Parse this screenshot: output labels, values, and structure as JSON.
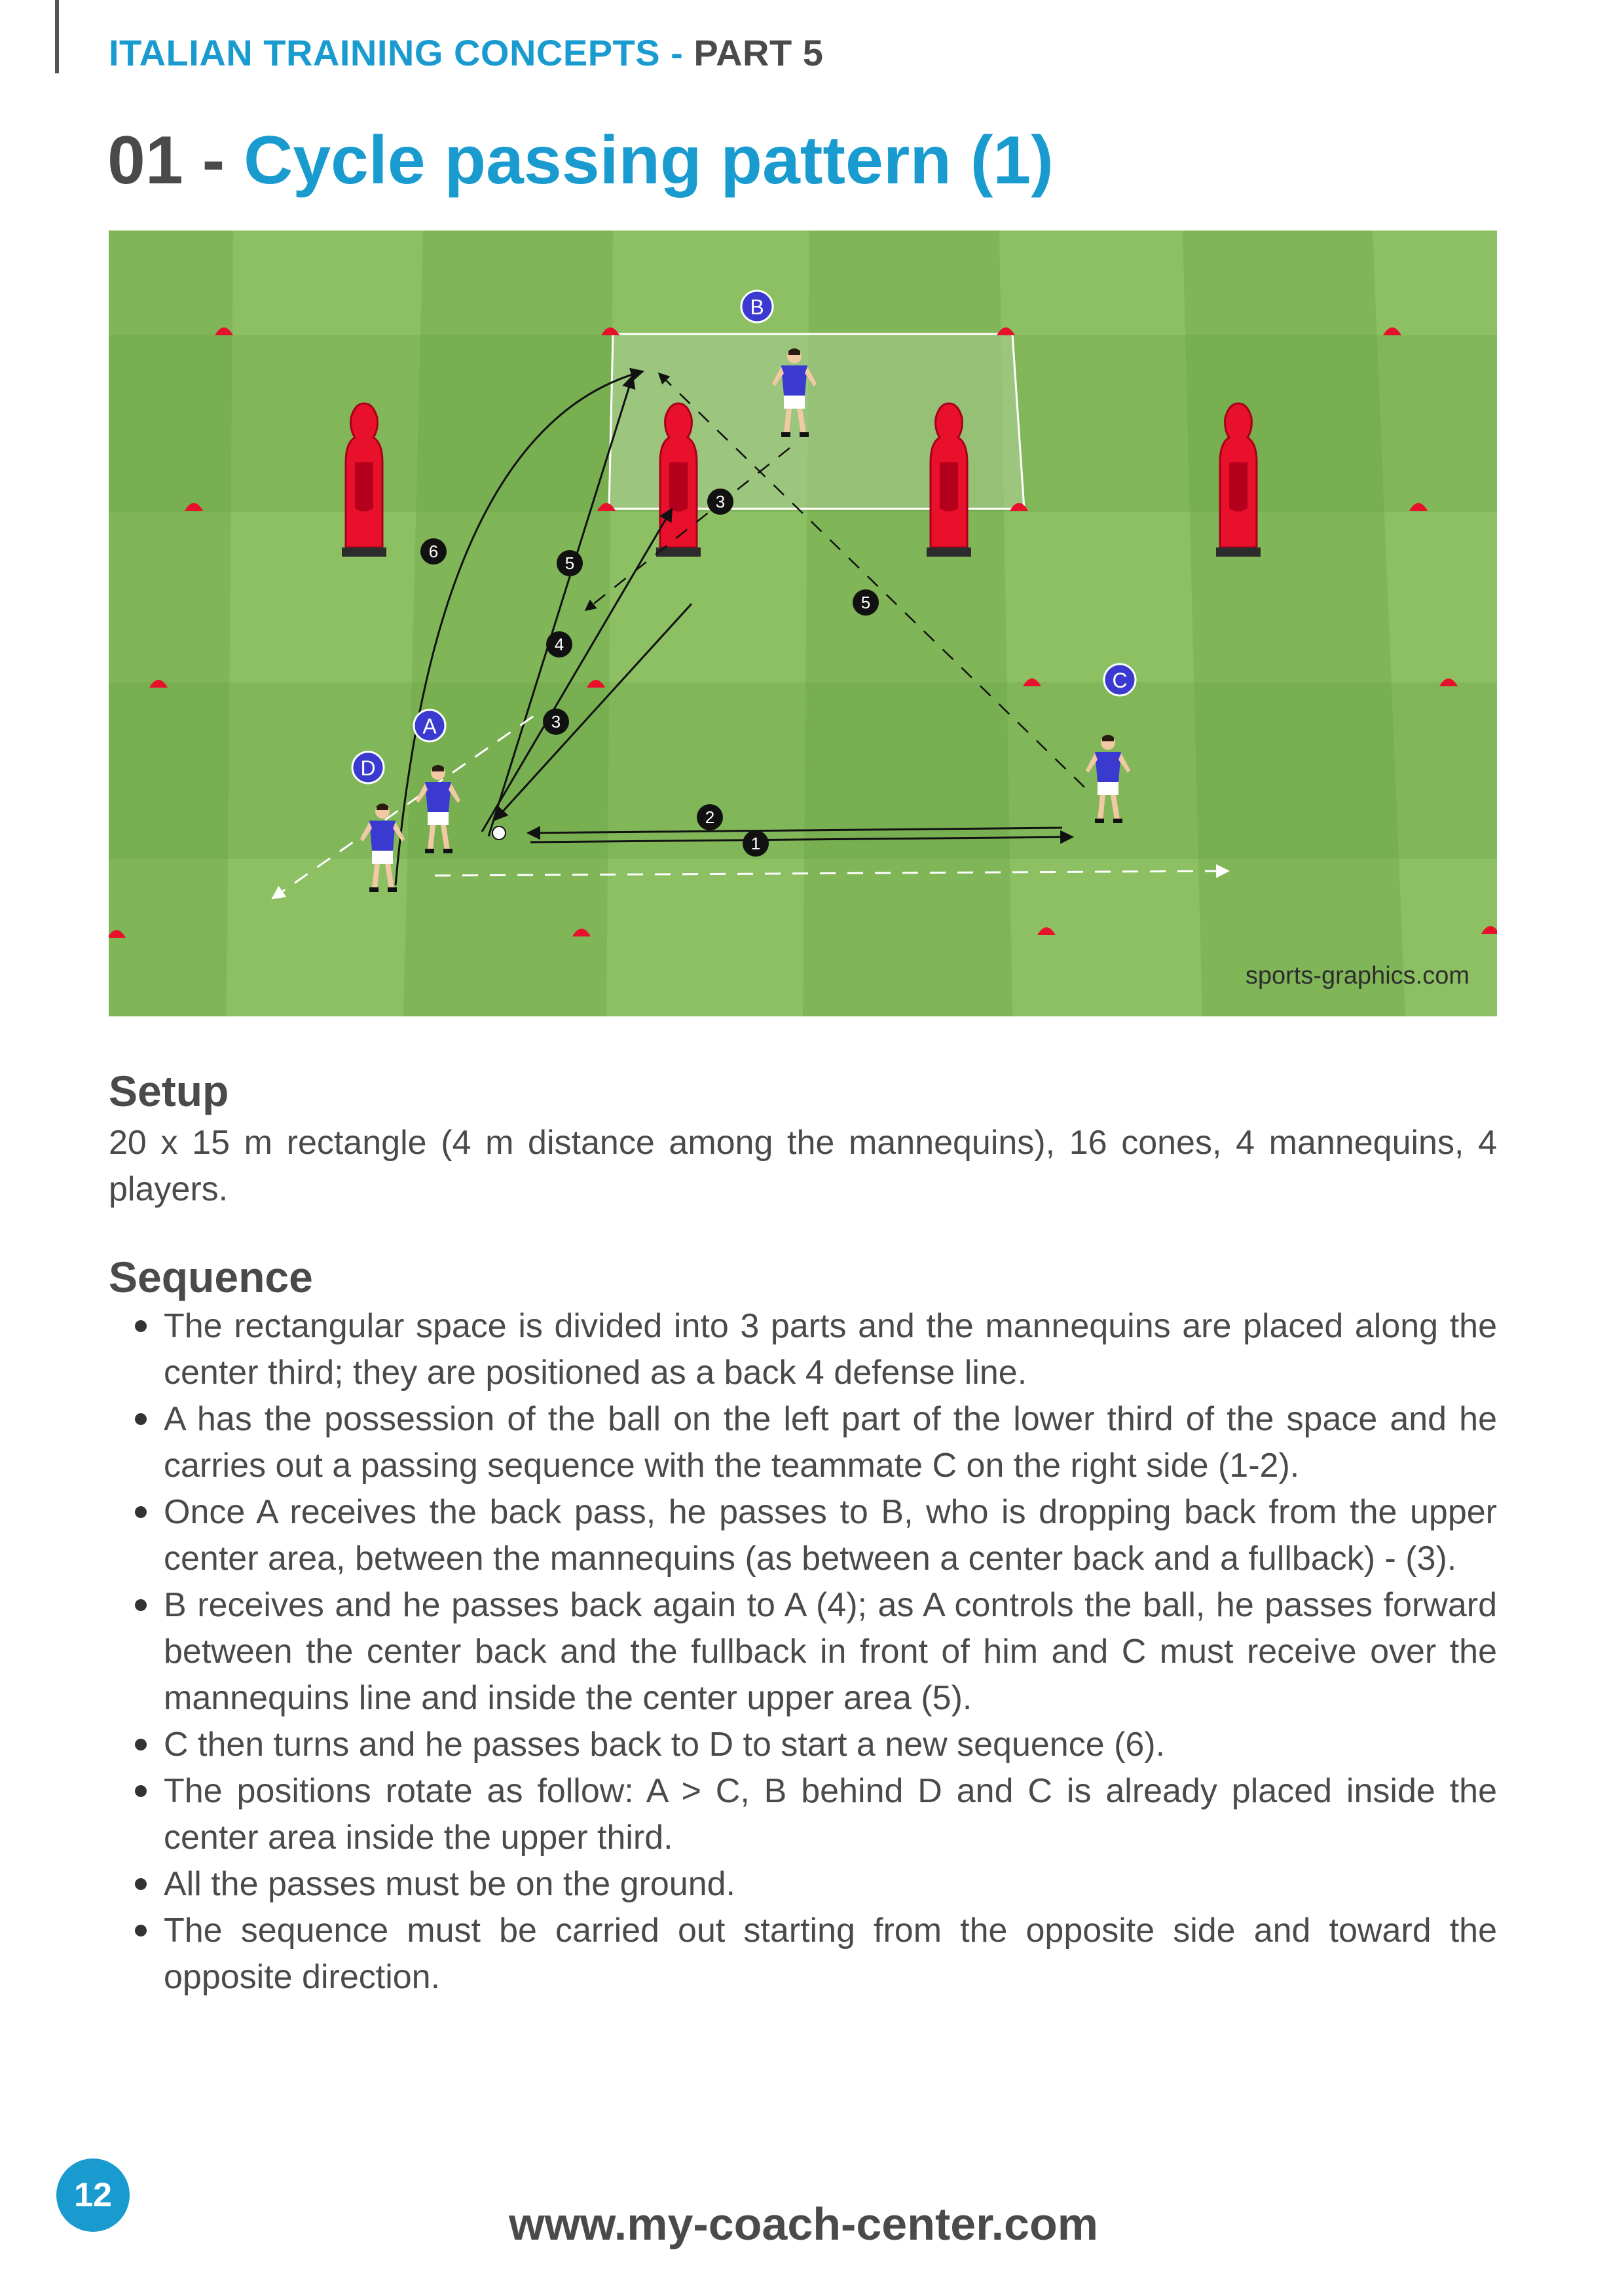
{
  "header": {
    "part_label": "ITALIAN TRAINING CONCEPTS - ",
    "part_number": "PART 5"
  },
  "title": {
    "number": "01 - ",
    "name": "Cycle passing pattern (1)"
  },
  "diagram": {
    "watermark": "sports-graphics.com",
    "player_labels": {
      "a": "A",
      "b": "B",
      "c": "C",
      "d": "D"
    },
    "pass_numbers": [
      "1",
      "2",
      "3",
      "3",
      "4",
      "5",
      "5",
      "6"
    ]
  },
  "setup": {
    "heading": "Setup",
    "text": "20 x 15 m rectangle (4 m distance among the mannequins), 16 cones, 4 mannequins, 4 players."
  },
  "sequence": {
    "heading": "Sequence",
    "items": [
      "The rectangular space is divided into 3 parts and the mannequins are placed along the center third; they are positioned as a back 4 defense line.",
      "A has the possession of the ball on the left part of the lower third of the space and he carries out a passing sequence with the teammate C on the right side (1-2).",
      "Once A receives the back pass, he passes to B, who is dropping back from the upper center area, between the mannequins (as between a center back and a fullback) - (3).",
      "B receives and he passes back again to A (4); as A controls the ball, he passes forward between the center back and the fullback in front of him and C must receive over the mannequins line and inside the center upper area (5).",
      "C then turns and he passes back to D to start a new sequence (6).",
      "The positions rotate as follow: A > C, B behind D and C is already placed inside the center area inside the upper third.",
      "All the passes must be on the ground.",
      "The sequence must be carried out starting from the opposite side and toward the opposite direction."
    ]
  },
  "footer": {
    "page_number": "12",
    "url": "www.my-coach-center.com"
  },
  "colors": {
    "accent": "#1a9bd0",
    "text": "#4a4a4a",
    "pitch_light": "#8cc063",
    "pitch_dark": "#71a84a",
    "cone": "#e8102a",
    "player": "#3a3ad0"
  }
}
